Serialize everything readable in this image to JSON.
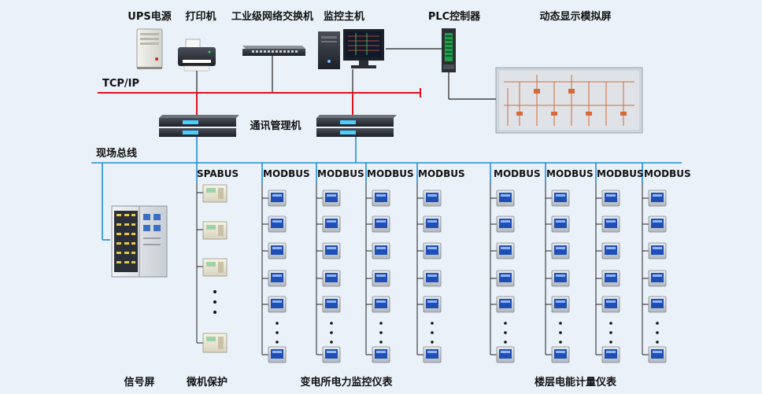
{
  "labels": {
    "ups": "UPS电源",
    "printer": "打印机",
    "switch": "工业级网络交换机",
    "host": "监控主机",
    "plc": "PLC控制器",
    "screen": "动态显示模拟屏",
    "tcpip": "TCP/IP",
    "comm": "通讯管理机",
    "fieldbus": "现场总线",
    "signal": "信号屏",
    "microprotect": "微机保护",
    "substation": "变电所电力监控仪表",
    "floor": "楼层电能计量仪表"
  },
  "buses": [
    {
      "label": "SPABUS"
    },
    {
      "label": "MODBUS"
    },
    {
      "label": "MODBUS"
    },
    {
      "label": "MODBUS"
    },
    {
      "label": "MODBUS"
    },
    {
      "label": "MODBUS"
    },
    {
      "label": "MODBUS"
    },
    {
      "label": "MODBUS"
    },
    {
      "label": "MODBUS"
    }
  ],
  "colors": {
    "network_line": "#e0101e",
    "bus_line": "#1f8fd8",
    "device_line": "#222222",
    "meter_screen": "#1f4fb5"
  }
}
